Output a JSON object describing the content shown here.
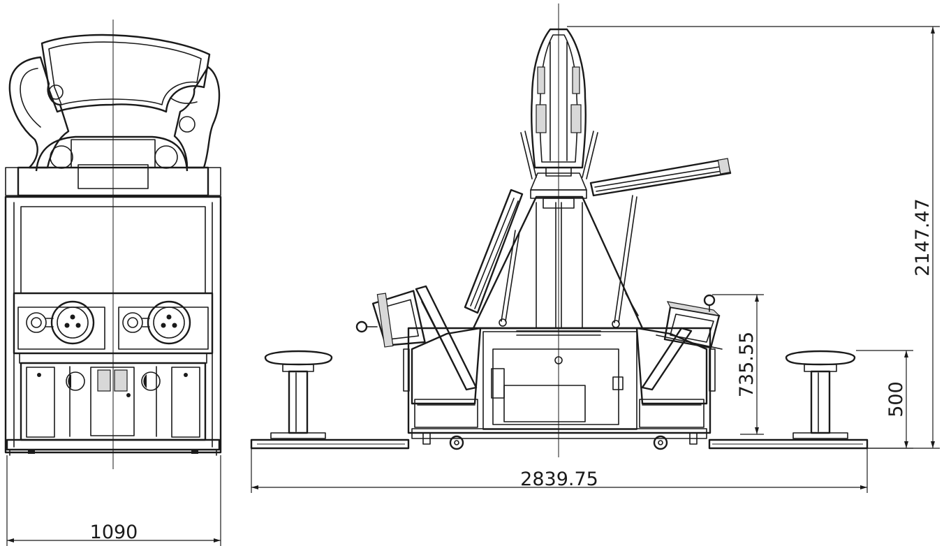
{
  "dimensions": {
    "front_width": "1090",
    "side_length": "2839.75",
    "total_height": "2147.47",
    "seat_height": "735.55",
    "stool_height": "500"
  },
  "colors": {
    "line": "#1a1a1a",
    "background": "#ffffff"
  }
}
